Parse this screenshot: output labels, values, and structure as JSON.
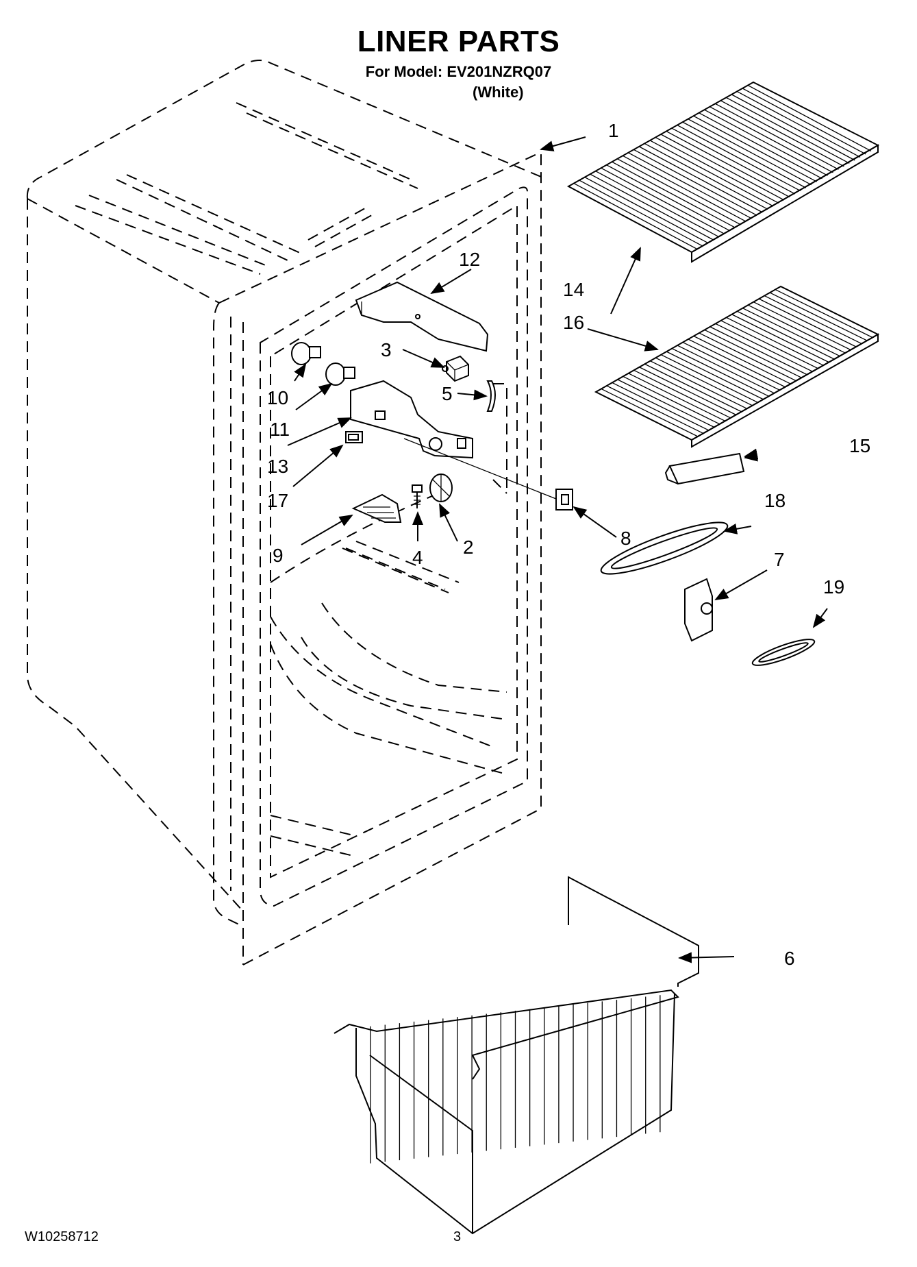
{
  "header": {
    "title": "LINER PARTS",
    "subtitle": "For Model: EV201NZRQ07",
    "variant": "(White)"
  },
  "footer": {
    "doc_number": "W10258712",
    "page_number": "3"
  },
  "callouts": {
    "p1": "1",
    "p2": "2",
    "p3": "3",
    "p4": "4",
    "p5": "5",
    "p6": "6",
    "p7": "7",
    "p8": "8",
    "p9": "9",
    "p10": "10",
    "p11": "11",
    "p12": "12",
    "p13": "13",
    "p14": "14",
    "p15": "15",
    "p16": "16",
    "p17": "17",
    "p18": "18",
    "p19": "19"
  }
}
